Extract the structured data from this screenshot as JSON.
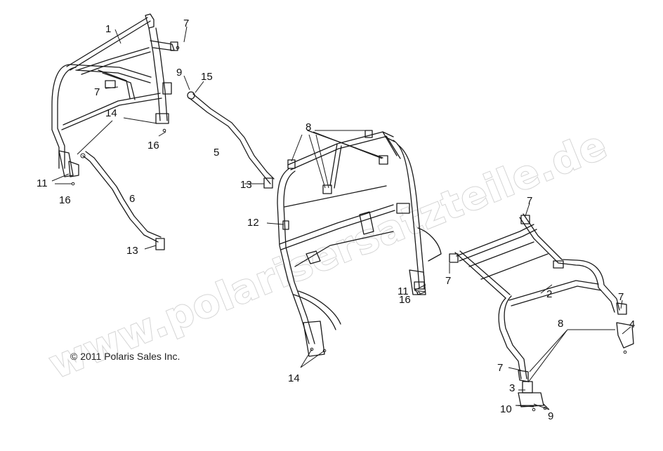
{
  "copyright": "© 2011 Polaris Sales Inc.",
  "watermark": "www.polarisersatzteile.de",
  "callouts": [
    {
      "id": "c1",
      "label": "1"
    },
    {
      "id": "c7a",
      "label": "7"
    },
    {
      "id": "c7b",
      "label": "7"
    },
    {
      "id": "c9a",
      "label": "9"
    },
    {
      "id": "c15",
      "label": "15"
    },
    {
      "id": "c14a",
      "label": "14"
    },
    {
      "id": "c16a",
      "label": "16"
    },
    {
      "id": "c5",
      "label": "5"
    },
    {
      "id": "c11a",
      "label": "11"
    },
    {
      "id": "c16b",
      "label": "16"
    },
    {
      "id": "c6",
      "label": "6"
    },
    {
      "id": "c13a",
      "label": "13"
    },
    {
      "id": "c13b",
      "label": "13"
    },
    {
      "id": "c8a",
      "label": "8"
    },
    {
      "id": "c12",
      "label": "12"
    },
    {
      "id": "c11b",
      "label": "11"
    },
    {
      "id": "c16c",
      "label": "16"
    },
    {
      "id": "c14b",
      "label": "14"
    },
    {
      "id": "c7c",
      "label": "7"
    },
    {
      "id": "c7d",
      "label": "7"
    },
    {
      "id": "c2",
      "label": "2"
    },
    {
      "id": "c7e",
      "label": "7"
    },
    {
      "id": "c4",
      "label": "4"
    },
    {
      "id": "c8b",
      "label": "8"
    },
    {
      "id": "c7f",
      "label": "7"
    },
    {
      "id": "c3",
      "label": "3"
    },
    {
      "id": "c10",
      "label": "10"
    },
    {
      "id": "c9b",
      "label": "9"
    }
  ]
}
